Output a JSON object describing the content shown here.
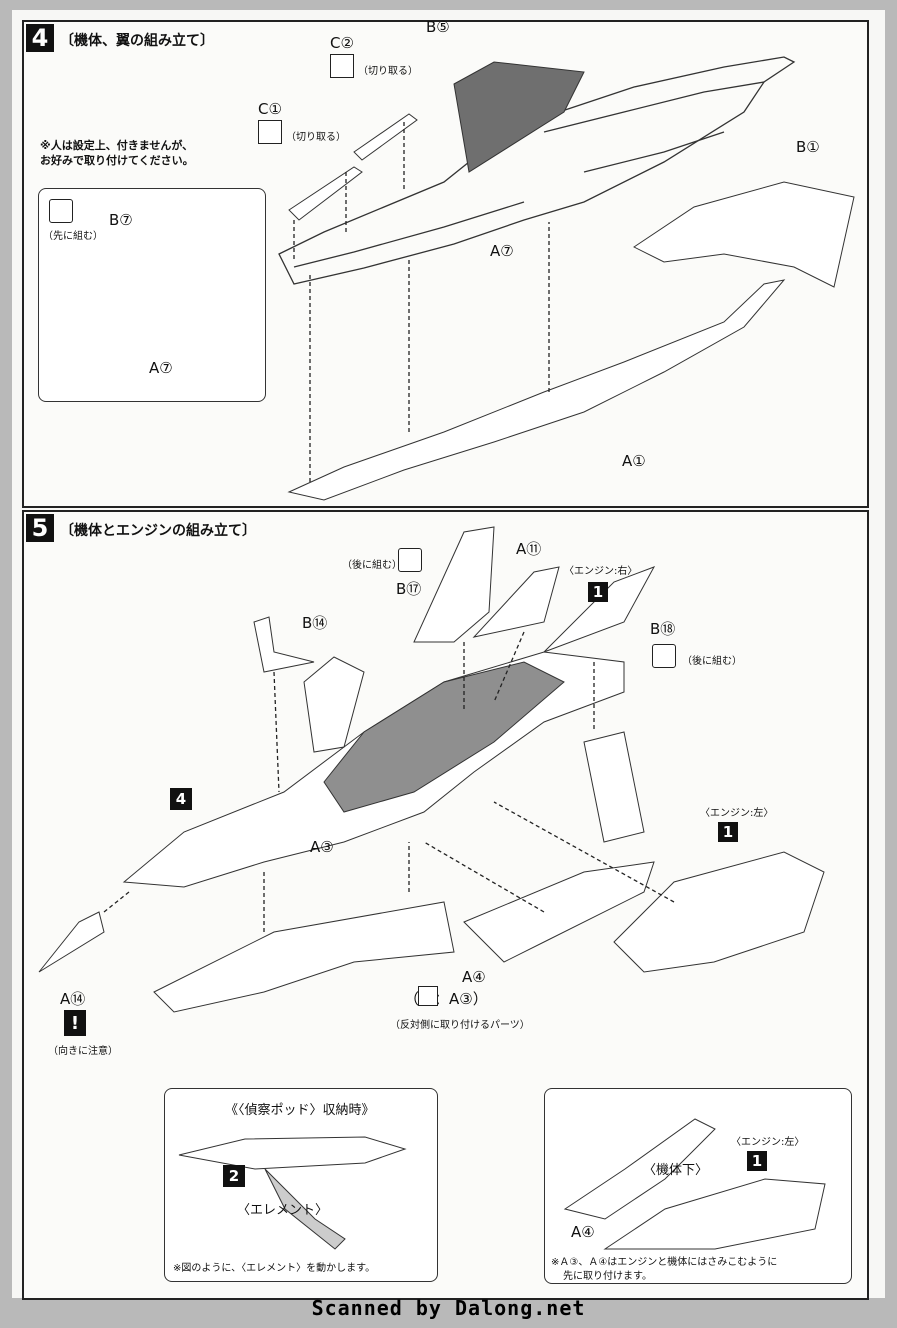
{
  "step4": {
    "number": "4",
    "title": "〔機体、翼の組み立て〕",
    "note_line1": "※人は設定上、付きませんが、",
    "note_line2": "お好みで取り付けてください。",
    "pre_assemble": "（先に組む）",
    "cut": "（切り取る）",
    "labels": {
      "c1": "C①",
      "c2": "C②",
      "b5": "B⑤",
      "b1": "B①",
      "a7": "A⑦",
      "a1": "A①",
      "b7": "B⑦",
      "a7_inset": "A⑦"
    }
  },
  "step5": {
    "number": "5",
    "title": "〔機体とエンジンの組み立て〕",
    "post_assemble": "（後に組む）",
    "engine_right": "〈エンジン:右〉",
    "engine_left": "〈エンジン:左〉",
    "step_ref_1": "1",
    "step_ref_4": "4",
    "step_ref_2": "2",
    "labels": {
      "a11": "A⑪",
      "b17": "B⑰",
      "b18": "B⑱",
      "b14": "B⑭",
      "a3": "A③",
      "a4": "A④",
      "a14": "A⑭",
      "a4_inset": "A④"
    },
    "a4_alt": "（　：A③）",
    "opposite_side": "（反対側に取り付けるパーツ）",
    "orientation": "（向きに注意）",
    "recon_title": "《〈偵察ポッド〉収納時》",
    "element": "〈エレメント〉",
    "recon_note": "※図のように、〈エレメント〉を動かします。",
    "lower_body": "〈機体下〉",
    "engine_note_line1": "※Ａ③、Ａ④はエンジンと機体にはさみこむように",
    "engine_note_line2": "先に取り付けます。"
  },
  "footer": "Scanned by Dalong.net"
}
